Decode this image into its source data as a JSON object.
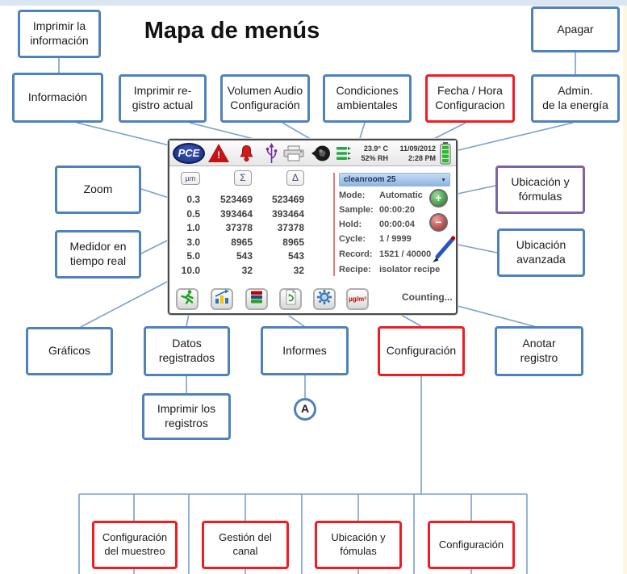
{
  "title": "Mapa de menús",
  "colors": {
    "accent_blue": "#4f81bd",
    "alert_red": "#ee1c24",
    "purple": "#8064a2",
    "connector_line": "#7ba0cc"
  },
  "nodes": {
    "imprimir_la_informacion": "Imprimir la\ninformación",
    "apagar": "Apagar",
    "informacion": "Información",
    "imprimir_registro_actual": "Imprimir re-\ngistro actual",
    "volumen_audio": "Volumen Audio\nConfiguración",
    "condiciones_ambientales": "Condiciones\nambientales",
    "fecha_hora": "Fecha / Hora\nConfiguracion",
    "admin_energia": "Admin.\nde la energía",
    "zoom": "Zoom",
    "medidor_tiempo_real": "Medidor en\ntiempo real",
    "ubicacion_formulas": "Ubicación y\nfórmulas",
    "ubicacion_avanzada": "Ubicación\navanzada",
    "graficos": "Gráficos",
    "datos_registrados": "Datos\nregistrados",
    "informes": "Informes",
    "configuracion": "Configuración",
    "anotar_registro": "Anotar\nregistro",
    "imprimir_los_registros": "Imprimir los\nregistros",
    "connector_a": "A",
    "configuracion_muestreo": "Configuración\ndel muestreo",
    "gestion_canal": "Gestión del\ncanal",
    "ubicacion_fomulas": "Ubicación y\nfómulas",
    "configuracion_2": "Configuración"
  },
  "device": {
    "logo": "PCE",
    "status": {
      "temp": "23.9° C",
      "humidity": "52% RH",
      "date": "11/09/2012",
      "time": "2:28 PM"
    },
    "table": {
      "headers": [
        "µm",
        "Σ",
        "Δ"
      ],
      "rows": [
        [
          "0.3",
          "523469",
          "523469"
        ],
        [
          "0.5",
          "393464",
          "393464"
        ],
        [
          "1.0",
          "37378",
          "37378"
        ],
        [
          "3.0",
          "8965",
          "8965"
        ],
        [
          "5.0",
          "543",
          "543"
        ],
        [
          "10.0",
          "32",
          "32"
        ]
      ]
    },
    "panel": {
      "location": "cleanroom 25",
      "fields": [
        [
          "Mode:",
          "Automatic"
        ],
        [
          "Sample:",
          "00:00:20"
        ],
        [
          "Hold:",
          "00:00:04"
        ],
        [
          "Cycle:",
          "1 / 9999"
        ],
        [
          "Record:",
          "1521 / 40000"
        ],
        [
          "Recipe:",
          "isolator recipe"
        ]
      ]
    },
    "toolbar": {
      "unit_button": "µg/m³",
      "status": "Counting..."
    }
  }
}
